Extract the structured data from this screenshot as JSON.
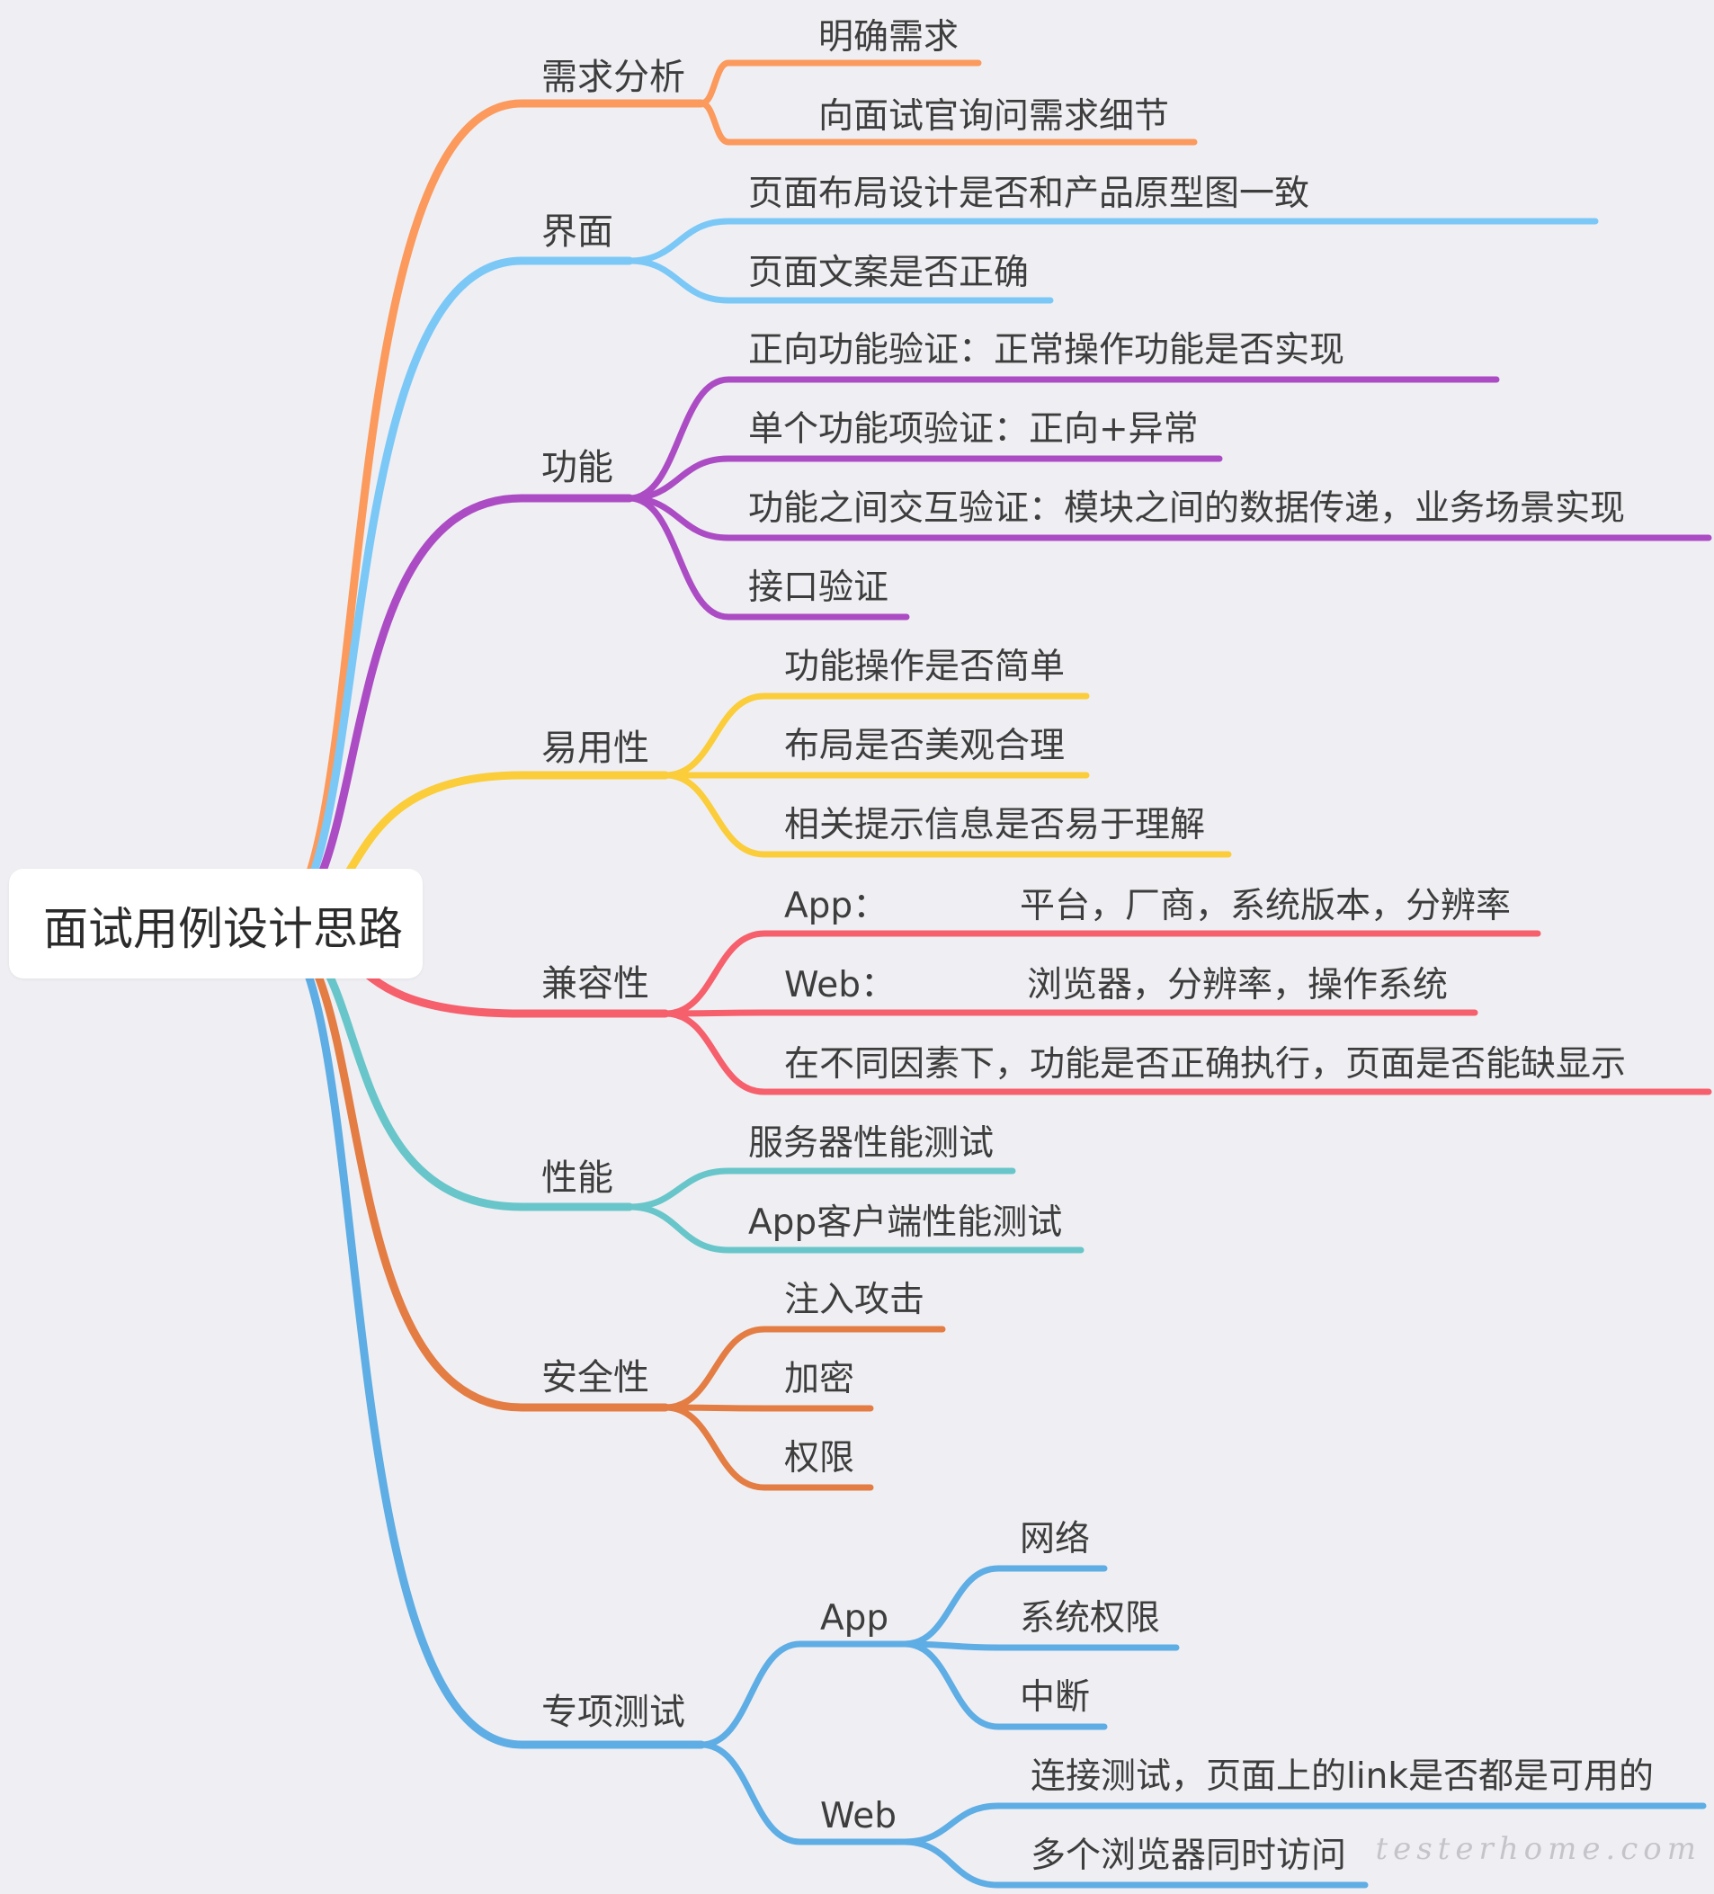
{
  "root": "面试用例设计思路",
  "watermark": "testerhome.com",
  "branches": [
    {
      "label": "需求分析",
      "color": "#fb9a5c",
      "children": [
        {
          "label": "明确需求"
        },
        {
          "label": "向面试官询问需求细节"
        }
      ]
    },
    {
      "label": "界面",
      "color": "#7bc8f7",
      "children": [
        {
          "label": "页面布局设计是否和产品原型图一致"
        },
        {
          "label": "页面文案是否正确"
        }
      ]
    },
    {
      "label": "功能",
      "color": "#ac4cc4",
      "children": [
        {
          "label": "正向功能验证：正常操作功能是否实现"
        },
        {
          "label": "单个功能项验证：正向+异常"
        },
        {
          "label": "功能之间交互验证：模块之间的数据传递，业务场景实现"
        },
        {
          "label": "接口验证"
        }
      ]
    },
    {
      "label": "易用性",
      "color": "#fbcd3b",
      "children": [
        {
          "label": "功能操作是否简单"
        },
        {
          "label": "布局是否美观合理"
        },
        {
          "label": "相关提示信息是否易于理解"
        }
      ]
    },
    {
      "label": "兼容性",
      "color": "#f65f6c",
      "children": [
        {
          "label": "App：",
          "detail": "平台，厂商，系统版本，分辨率"
        },
        {
          "label": "Web：",
          "detail": "浏览器，分辨率，操作系统"
        },
        {
          "label": "在不同因素下，功能是否正确执行，页面是否能缺显示"
        }
      ]
    },
    {
      "label": "性能",
      "color": "#68c6ca",
      "children": [
        {
          "label": "服务器性能测试"
        },
        {
          "label": "App客户端性能测试"
        }
      ]
    },
    {
      "label": "安全性",
      "color": "#e37d44",
      "children": [
        {
          "label": "注入攻击"
        },
        {
          "label": "加密"
        },
        {
          "label": "权限"
        }
      ]
    },
    {
      "label": "专项测试",
      "color": "#5eade4",
      "children": [
        {
          "label": "App",
          "children": [
            {
              "label": "网络"
            },
            {
              "label": "系统权限"
            },
            {
              "label": "中断"
            }
          ]
        },
        {
          "label": "Web",
          "children": [
            {
              "label": "连接测试，页面上的link是否都是可用的"
            },
            {
              "label": "多个浏览器同时访问"
            }
          ]
        }
      ]
    }
  ]
}
